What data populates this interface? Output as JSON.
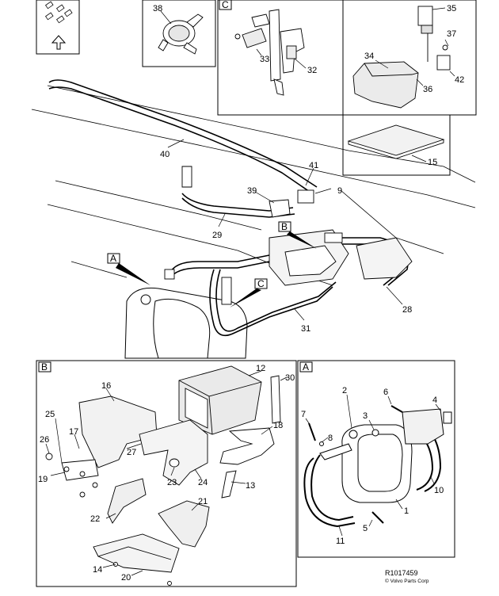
{
  "box_labels": {
    "A": "A",
    "B": "B",
    "C": "C"
  },
  "part_numbers": {
    "p1": "1",
    "p2": "2",
    "p3": "3",
    "p4": "4",
    "p5": "5",
    "p6": "6",
    "p7": "7",
    "p8": "8",
    "p9": "9",
    "p10": "10",
    "p11": "11",
    "p12": "12",
    "p13": "13",
    "p14": "14",
    "p15": "15",
    "p16": "16",
    "p17": "17",
    "p18": "18",
    "p19": "19",
    "p20": "20",
    "p21": "21",
    "p22": "22",
    "p23": "23",
    "p24": "24",
    "p25": "25",
    "p26": "26",
    "p27": "27",
    "p28": "28",
    "p29": "29",
    "p30": "30",
    "p31": "31",
    "p32": "32",
    "p33": "33",
    "p34": "34",
    "p35": "35",
    "p36": "36",
    "p37": "37",
    "p38": "38",
    "p39": "39",
    "p40": "40",
    "p41": "41",
    "p42": "42"
  },
  "reference": "R1017459",
  "copyright": "© Volvo Parts Corp"
}
